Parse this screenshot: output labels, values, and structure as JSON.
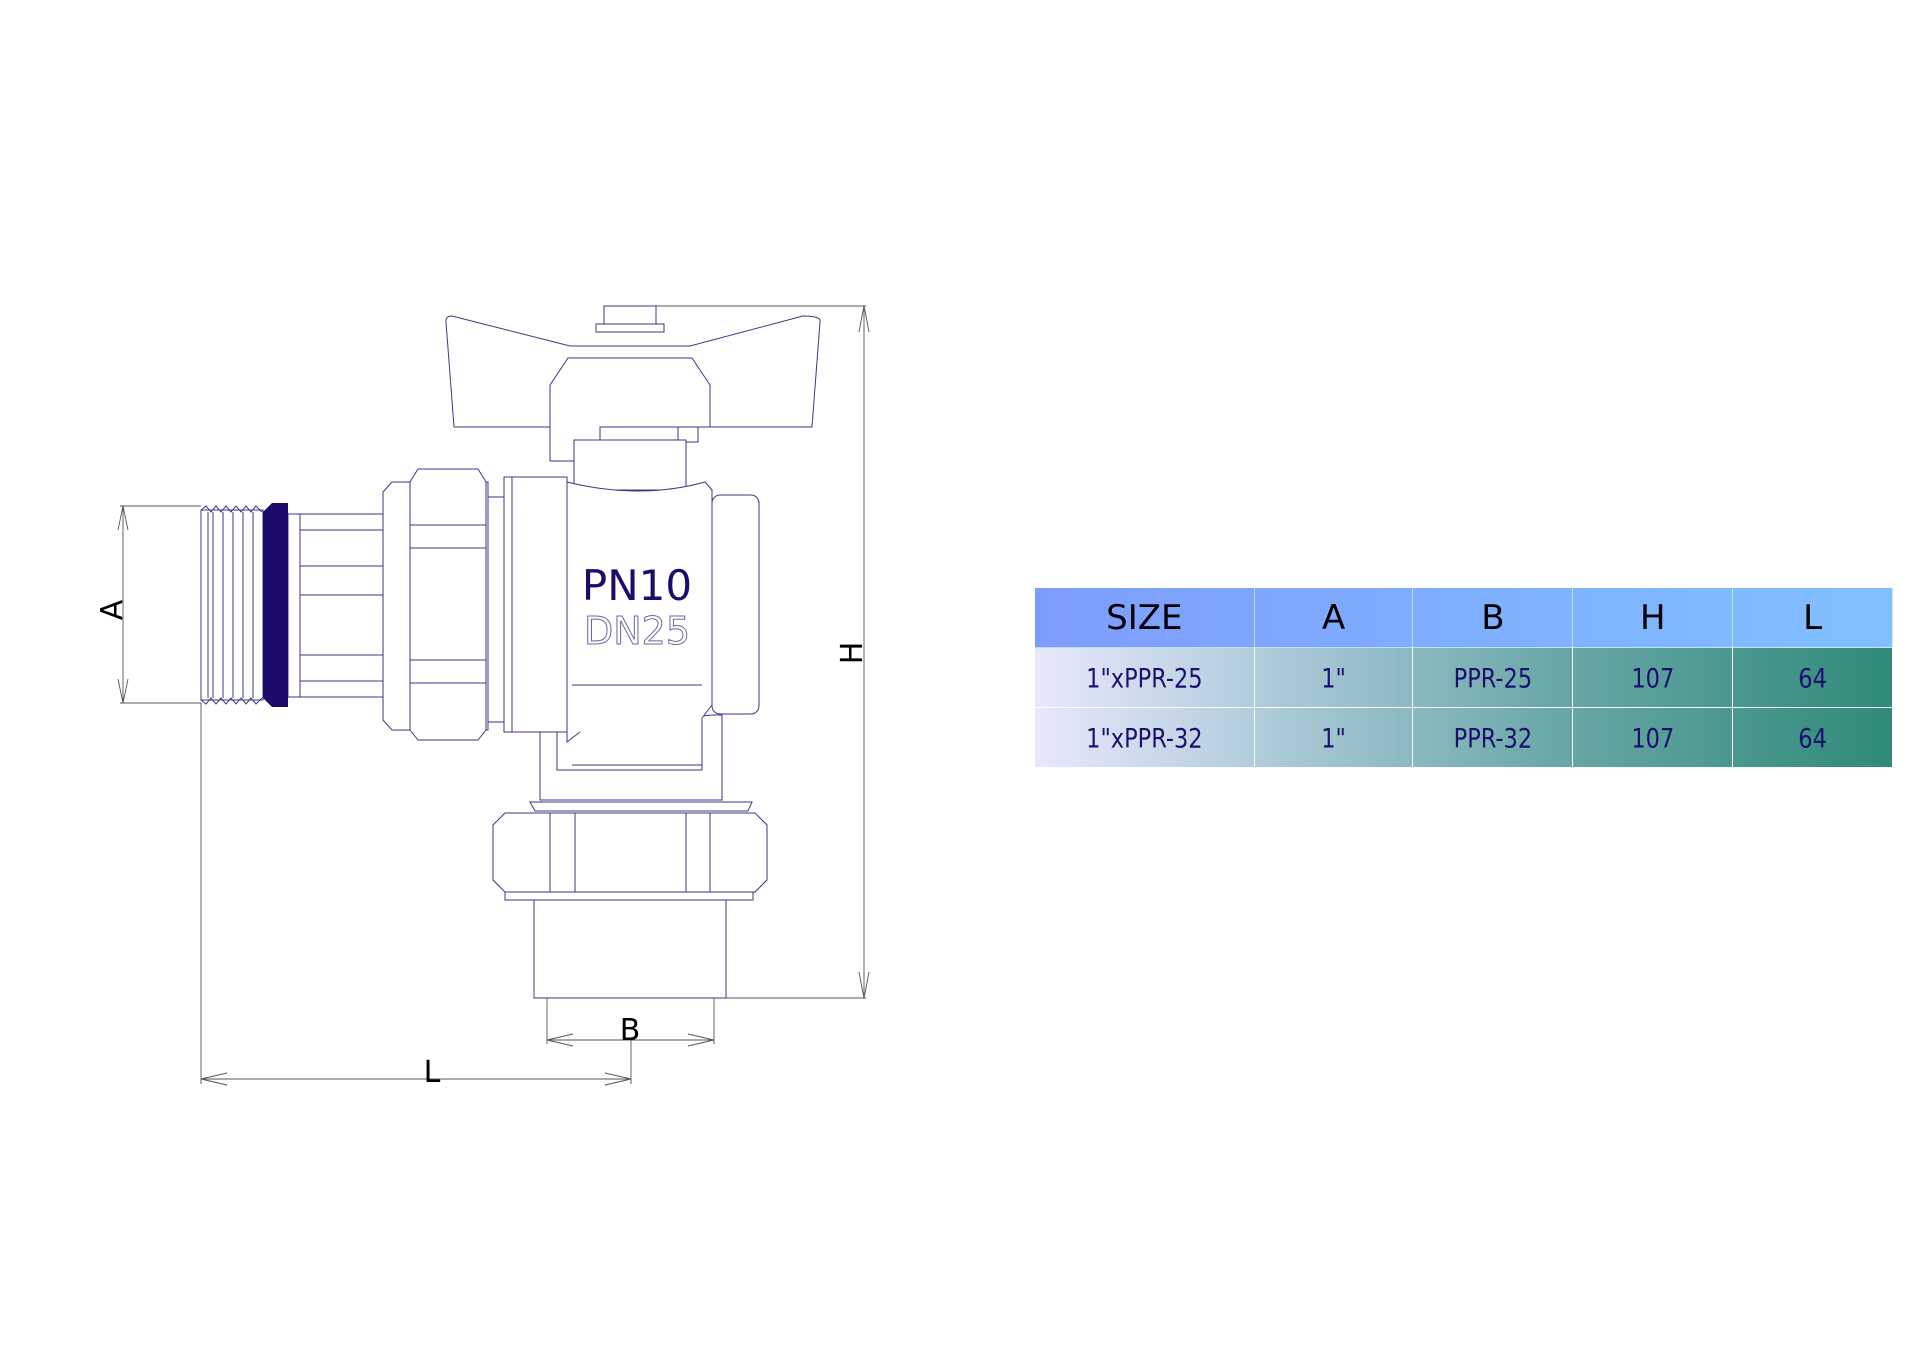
{
  "drawing": {
    "body_marking_pressure": "PN10",
    "body_marking_size": "DN25",
    "dimension_labels": {
      "a": "A",
      "b": "B",
      "h": "H",
      "l": "L"
    }
  },
  "table": {
    "headers": [
      "SIZE",
      "A",
      "B",
      "H",
      "L"
    ],
    "rows": [
      [
        "1\"xPPR-25",
        "1\"",
        "PPR-25",
        "107",
        "64"
      ],
      [
        "1\"xPPR-32",
        "1\"",
        "PPR-32",
        "107",
        "64"
      ]
    ]
  },
  "colors": {
    "outline": "#3a3a86",
    "ring": "#1e0a6a",
    "header_start": "#7d9dfe",
    "header_end": "#80c0ff",
    "row_end": "#2f8a78"
  }
}
